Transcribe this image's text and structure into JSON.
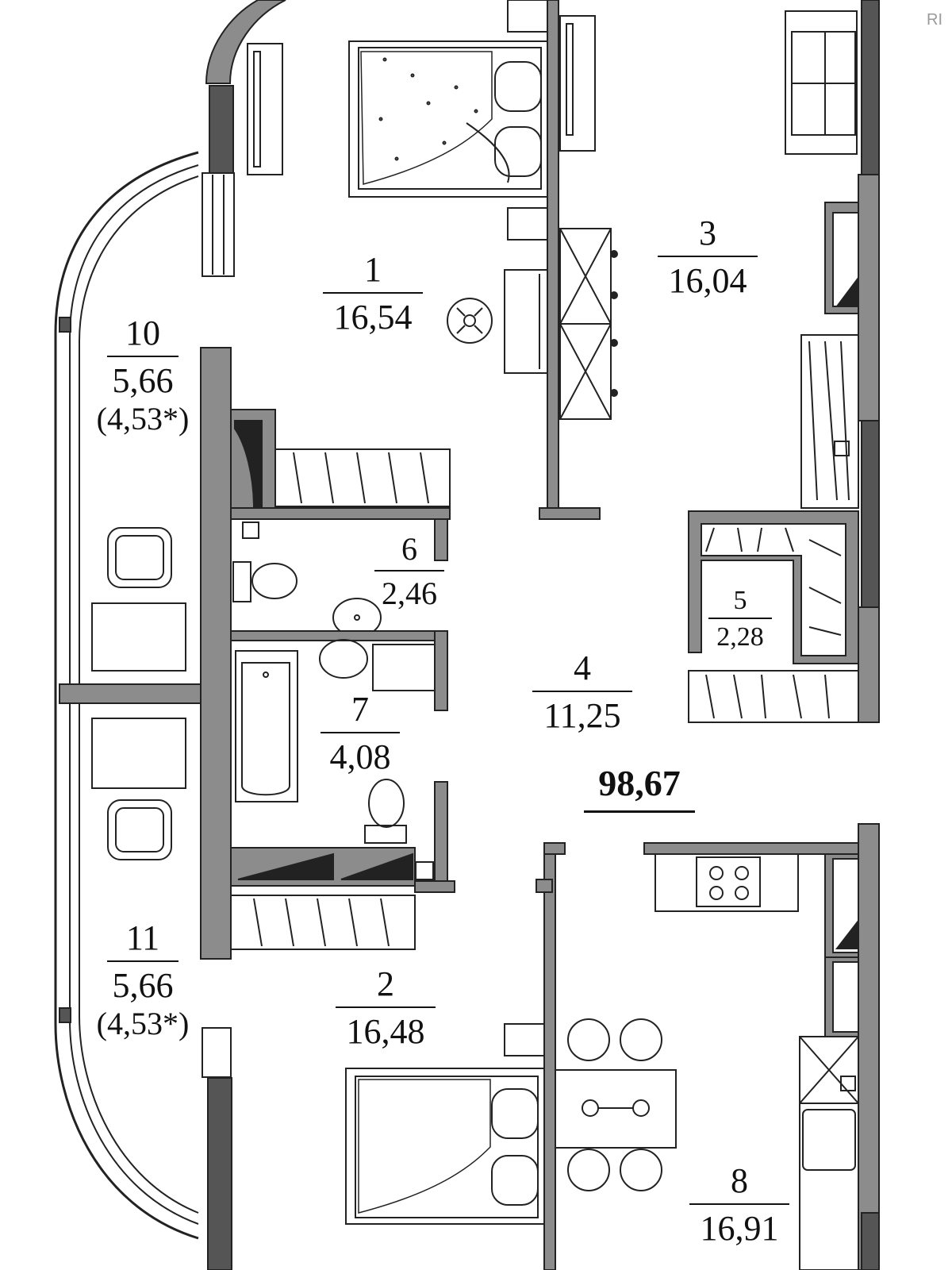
{
  "rooms": [
    {
      "id": "1",
      "number": "1",
      "area": "16,54"
    },
    {
      "id": "2",
      "number": "2",
      "area": "16,48"
    },
    {
      "id": "3",
      "number": "3",
      "area": "16,04"
    },
    {
      "id": "4",
      "number": "4",
      "area": "11,25"
    },
    {
      "id": "5",
      "number": "5",
      "area": "2,28"
    },
    {
      "id": "6",
      "number": "6",
      "area": "2,46"
    },
    {
      "id": "7",
      "number": "7",
      "area": "4,08"
    },
    {
      "id": "8",
      "number": "8",
      "area": "16,91"
    },
    {
      "id": "10",
      "number": "10",
      "area": "5,66",
      "reduced_area": "(4,53*)"
    },
    {
      "id": "11",
      "number": "11",
      "area": "5,66",
      "reduced_area": "(4,53*)"
    }
  ],
  "total_area": "98,67",
  "watermark": "RI",
  "colors": {
    "wall": "#8c8c8c",
    "wall_dark": "#555555",
    "line": "#222222",
    "background": "#ffffff"
  }
}
